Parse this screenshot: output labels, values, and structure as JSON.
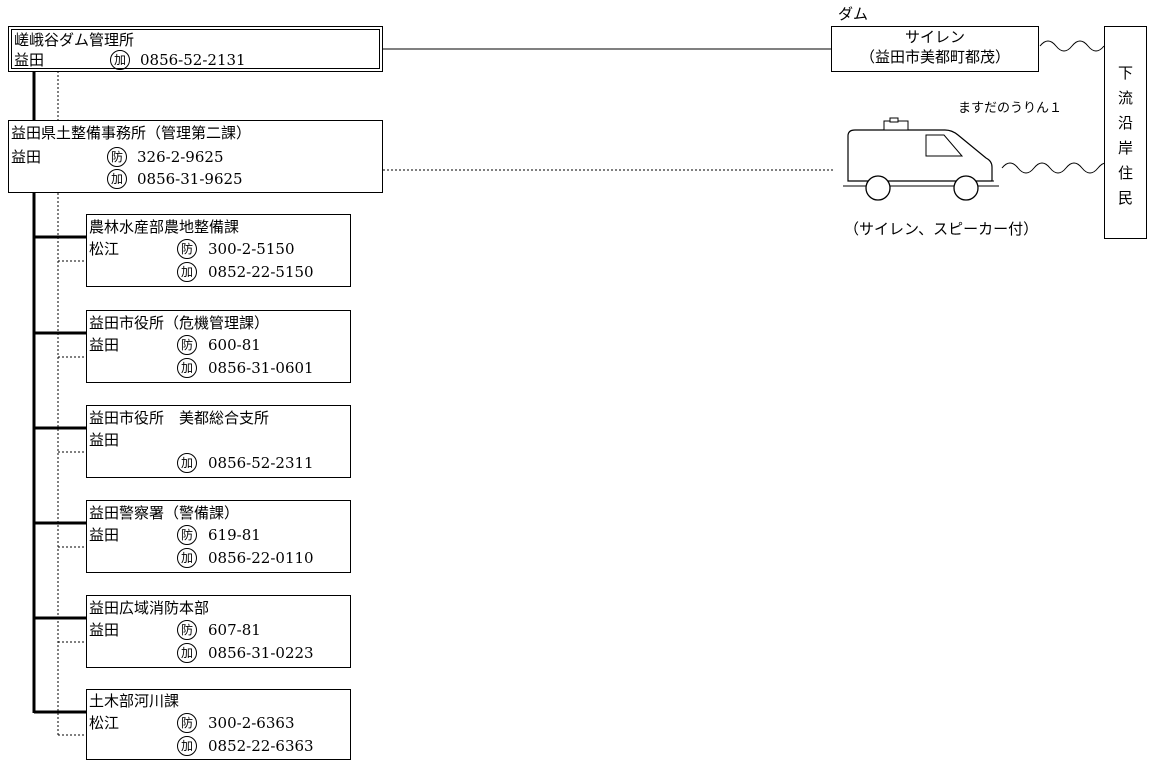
{
  "main_office": {
    "name": "嵯峨谷ダム管理所",
    "location": "益田",
    "phone_icon": "加",
    "phone": "0856-52-2131"
  },
  "dam_label": "ダム",
  "siren": {
    "line1": "サイレン",
    "line2": "（益田市美都町都茂）"
  },
  "residents_label": "下流沿岸住民",
  "vehicle": {
    "name": "ますだのうりん１",
    "caption": "（サイレン、スピーカー付）"
  },
  "civil_office": {
    "name": "益田県土整備事務所（管理第二課）",
    "location": "益田",
    "radio_icon": "防",
    "radio": "326-2-9625",
    "phone_icon": "加",
    "phone": "0856-31-9625"
  },
  "contacts": [
    {
      "name": "農林水産部農地整備課",
      "location": "松江",
      "radio_icon": "防",
      "radio": "300-2-5150",
      "phone_icon": "加",
      "phone": "0852-22-5150"
    },
    {
      "name": "益田市役所（危機管理課）",
      "location": "益田",
      "radio_icon": "防",
      "radio": "600-81",
      "phone_icon": "加",
      "phone": "0856-31-0601"
    },
    {
      "name": "益田市役所　美都総合支所",
      "location": "益田",
      "radio_icon": "",
      "radio": "",
      "phone_icon": "加",
      "phone": "0856-52-2311"
    },
    {
      "name": "益田警察署（警備課）",
      "location": "益田",
      "radio_icon": "防",
      "radio": "619-81",
      "phone_icon": "加",
      "phone": "0856-22-0110"
    },
    {
      "name": "益田広域消防本部",
      "location": "益田",
      "radio_icon": "防",
      "radio": "607-81",
      "phone_icon": "加",
      "phone": "0856-31-0223"
    },
    {
      "name": "土木部河川課",
      "location": "松江",
      "radio_icon": "防",
      "radio": "300-2-6363",
      "phone_icon": "加",
      "phone": "0852-22-6363"
    }
  ]
}
